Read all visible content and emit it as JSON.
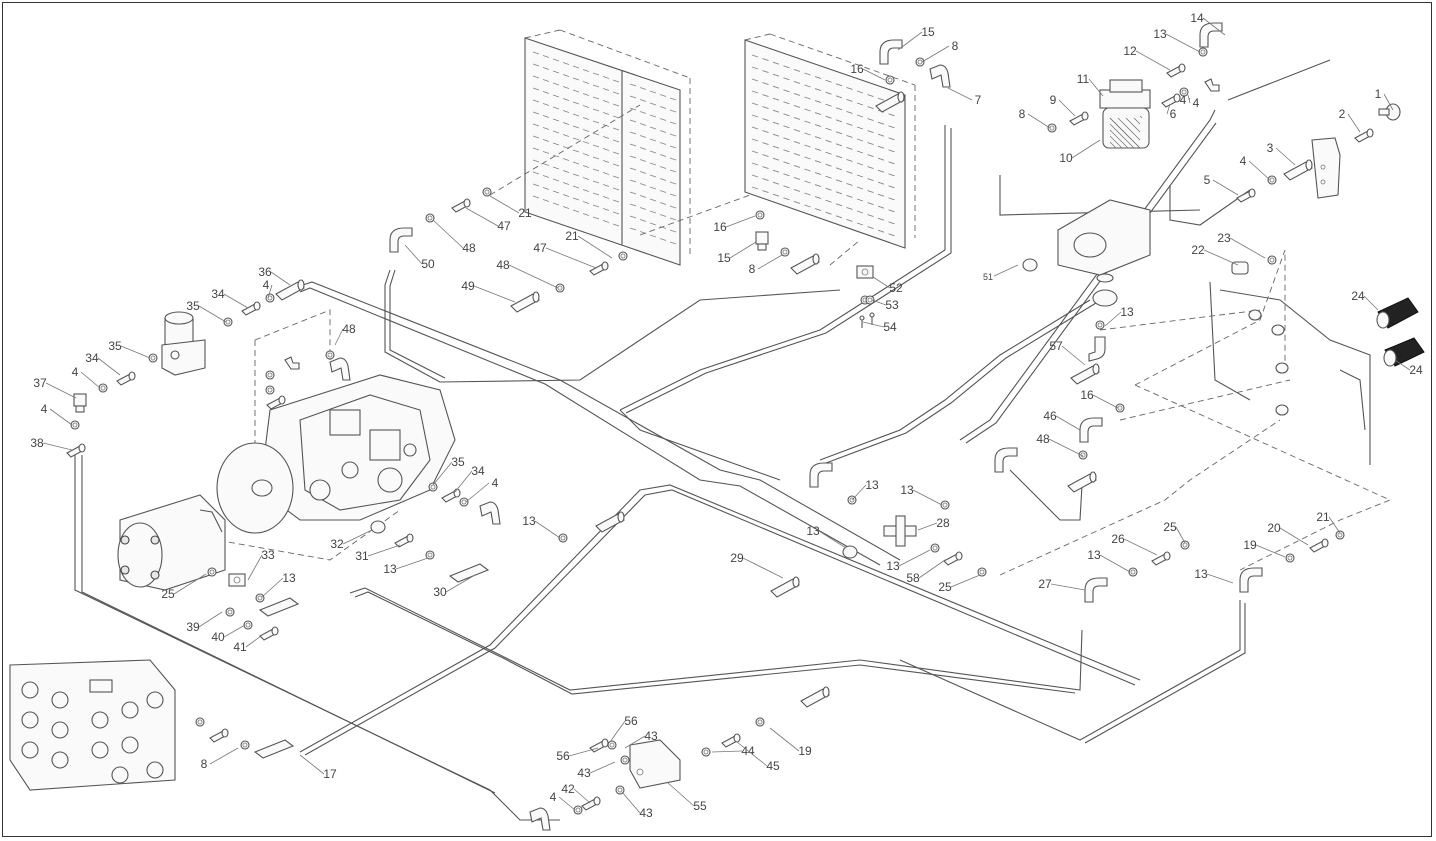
{
  "diagram": {
    "labels": [
      {
        "id": "1",
        "text": "1"
      },
      {
        "id": "2",
        "text": "2"
      },
      {
        "id": "3",
        "text": "3"
      },
      {
        "id": "4a",
        "text": "4"
      },
      {
        "id": "4b",
        "text": "4"
      },
      {
        "id": "4c",
        "text": "4"
      },
      {
        "id": "4d",
        "text": "4"
      },
      {
        "id": "4e",
        "text": "4"
      },
      {
        "id": "4f",
        "text": "4"
      },
      {
        "id": "4g",
        "text": "4"
      },
      {
        "id": "4h",
        "text": "4"
      },
      {
        "id": "5",
        "text": "5"
      },
      {
        "id": "6",
        "text": "6"
      },
      {
        "id": "7",
        "text": "7"
      },
      {
        "id": "8a",
        "text": "8"
      },
      {
        "id": "8b",
        "text": "8"
      },
      {
        "id": "8c",
        "text": "8"
      },
      {
        "id": "8d",
        "text": "8"
      },
      {
        "id": "9",
        "text": "9"
      },
      {
        "id": "10",
        "text": "10"
      },
      {
        "id": "11",
        "text": "11"
      },
      {
        "id": "12",
        "text": "12"
      },
      {
        "id": "13a",
        "text": "13"
      },
      {
        "id": "13b",
        "text": "13"
      },
      {
        "id": "13c",
        "text": "13"
      },
      {
        "id": "13d",
        "text": "13"
      },
      {
        "id": "13e",
        "text": "13"
      },
      {
        "id": "13f",
        "text": "13"
      },
      {
        "id": "13g",
        "text": "13"
      },
      {
        "id": "13h",
        "text": "13"
      },
      {
        "id": "13i",
        "text": "13"
      },
      {
        "id": "13j",
        "text": "13"
      },
      {
        "id": "13k",
        "text": "13"
      },
      {
        "id": "14",
        "text": "14"
      },
      {
        "id": "15a",
        "text": "15"
      },
      {
        "id": "15b",
        "text": "15"
      },
      {
        "id": "16a",
        "text": "16"
      },
      {
        "id": "16b",
        "text": "16"
      },
      {
        "id": "16c",
        "text": "16"
      },
      {
        "id": "17",
        "text": "17"
      },
      {
        "id": "19a",
        "text": "19"
      },
      {
        "id": "19b",
        "text": "19"
      },
      {
        "id": "20",
        "text": "20"
      },
      {
        "id": "21a",
        "text": "21"
      },
      {
        "id": "21b",
        "text": "21"
      },
      {
        "id": "21c",
        "text": "21"
      },
      {
        "id": "22",
        "text": "22"
      },
      {
        "id": "23",
        "text": "23"
      },
      {
        "id": "24a",
        "text": "24"
      },
      {
        "id": "24b",
        "text": "24"
      },
      {
        "id": "25a",
        "text": "25"
      },
      {
        "id": "25b",
        "text": "25"
      },
      {
        "id": "25c",
        "text": "25"
      },
      {
        "id": "26",
        "text": "26"
      },
      {
        "id": "27",
        "text": "27"
      },
      {
        "id": "28",
        "text": "28"
      },
      {
        "id": "29",
        "text": "29"
      },
      {
        "id": "30",
        "text": "30"
      },
      {
        "id": "31",
        "text": "31"
      },
      {
        "id": "32",
        "text": "32"
      },
      {
        "id": "33",
        "text": "33"
      },
      {
        "id": "34a",
        "text": "34"
      },
      {
        "id": "34b",
        "text": "34"
      },
      {
        "id": "34c",
        "text": "34"
      },
      {
        "id": "35a",
        "text": "35"
      },
      {
        "id": "35b",
        "text": "35"
      },
      {
        "id": "35c",
        "text": "35"
      },
      {
        "id": "36",
        "text": "36"
      },
      {
        "id": "37",
        "text": "37"
      },
      {
        "id": "38",
        "text": "38"
      },
      {
        "id": "39",
        "text": "39"
      },
      {
        "id": "40",
        "text": "40"
      },
      {
        "id": "41",
        "text": "41"
      },
      {
        "id": "42",
        "text": "42"
      },
      {
        "id": "43a",
        "text": "43"
      },
      {
        "id": "43b",
        "text": "43"
      },
      {
        "id": "43c",
        "text": "43"
      },
      {
        "id": "44",
        "text": "44"
      },
      {
        "id": "45",
        "text": "45"
      },
      {
        "id": "46",
        "text": "46"
      },
      {
        "id": "47a",
        "text": "47"
      },
      {
        "id": "47b",
        "text": "47"
      },
      {
        "id": "48a",
        "text": "48"
      },
      {
        "id": "48b",
        "text": "48"
      },
      {
        "id": "48c",
        "text": "48"
      },
      {
        "id": "48d",
        "text": "48"
      },
      {
        "id": "49",
        "text": "49"
      },
      {
        "id": "50",
        "text": "50"
      },
      {
        "id": "51",
        "text": "51"
      },
      {
        "id": "52",
        "text": "52"
      },
      {
        "id": "53",
        "text": "53"
      },
      {
        "id": "54",
        "text": "54"
      },
      {
        "id": "55",
        "text": "55"
      },
      {
        "id": "56a",
        "text": "56"
      },
      {
        "id": "56b",
        "text": "56"
      },
      {
        "id": "57",
        "text": "57"
      },
      {
        "id": "58",
        "text": "58"
      }
    ]
  }
}
